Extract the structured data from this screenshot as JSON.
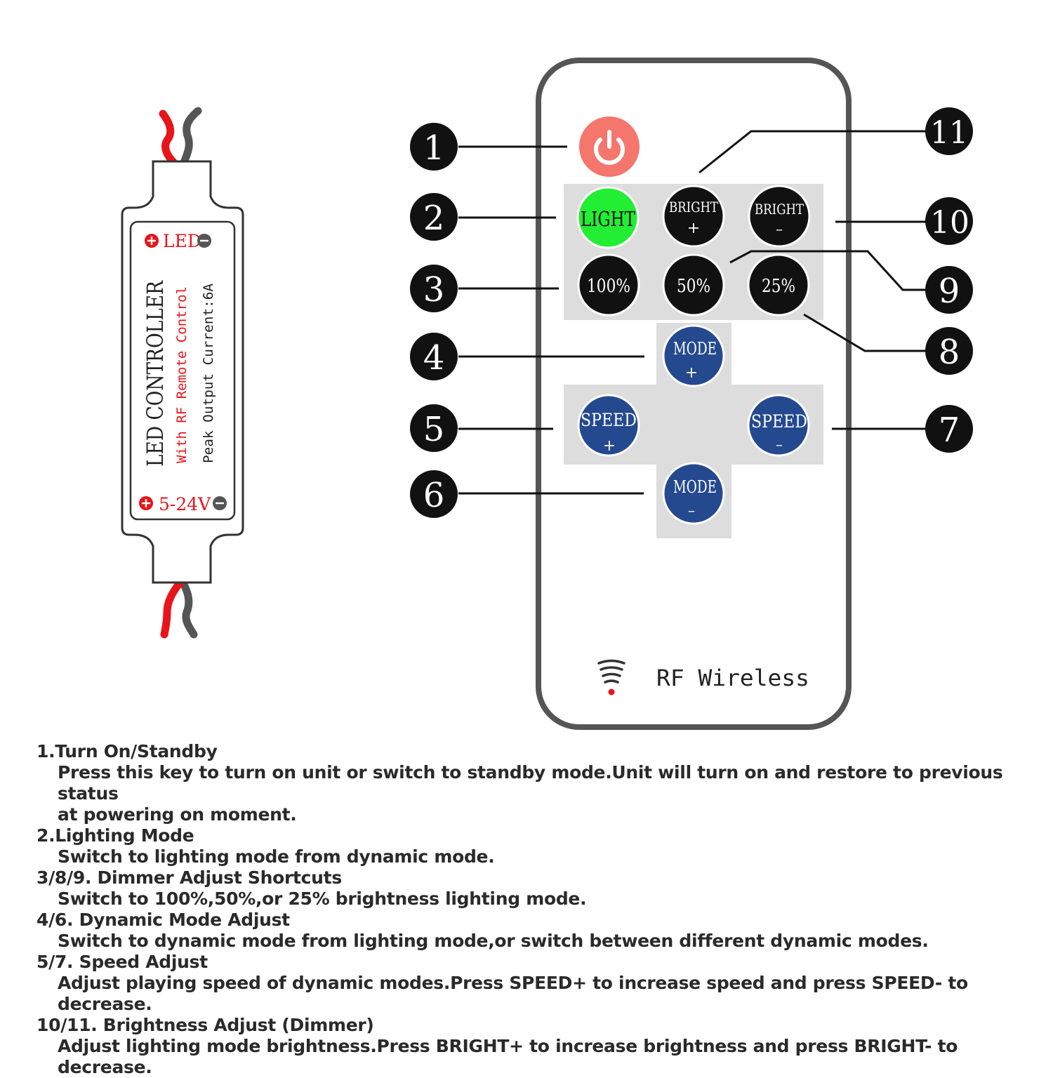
{
  "controller": {
    "led_label": "LED",
    "title": "LED CONTROLLER",
    "subtitle": "With RF Remote Control",
    "spec": "Peak Output Current:6A",
    "voltage_label": "5-24V"
  },
  "remote": {
    "buttons": {
      "light": "LIGHT",
      "bright_plus_1": "BRIGHT",
      "bright_plus_2": "+",
      "bright_minus_1": "BRIGHT",
      "bright_minus_2": "–",
      "p100": "100%",
      "p50": "50%",
      "p25": "25%",
      "mode_plus_1": "MODE",
      "mode_plus_2": "+",
      "speed_plus_1": "SPEED",
      "speed_plus_2": "+",
      "speed_minus_1": "SPEED",
      "speed_minus_2": "–",
      "mode_minus_1": "MODE",
      "mode_minus_2": "–"
    },
    "footer_label": "RF Wireless"
  },
  "callouts": [
    "1",
    "2",
    "3",
    "4",
    "5",
    "6",
    "7",
    "8",
    "9",
    "10",
    "11"
  ],
  "descriptions": [
    {
      "heading": "1.Turn On/Standby",
      "lines": [
        "Press this key to turn on unit or switch to standby mode.Unit will turn on and restore to previous status",
        "at powering on moment."
      ]
    },
    {
      "heading": "2.Lighting Mode",
      "lines": [
        "Switch to lighting mode from dynamic mode."
      ]
    },
    {
      "heading": "3/8/9. Dimmer Adjust Shortcuts",
      "lines": [
        "Switch to 100%,50%,or 25% brightness lighting mode."
      ]
    },
    {
      "heading": "4/6.  Dynamic Mode Adjust",
      "lines": [
        "Switch to dynamic mode from lighting mode,or switch between different dynamic modes."
      ]
    },
    {
      "heading": "5/7. Speed Adjust",
      "lines": [
        "Adjust playing speed of dynamic modes.Press SPEED+ to increase speed and press SPEED- to decrease."
      ]
    },
    {
      "heading": "10/11. Brightness Adjust (Dimmer)",
      "lines": [
        "Adjust lighting mode brightness.Press BRIGHT+ to increase brightness and press BRIGHT- to decrease."
      ]
    }
  ],
  "colors": {
    "power": "#f4766c",
    "light": "#22ee33",
    "black_button": "#111111",
    "blue_button": "#24498f",
    "wire_red": "#e8141a",
    "wire_grey": "#555555",
    "panel_grey": "#dddddd"
  }
}
